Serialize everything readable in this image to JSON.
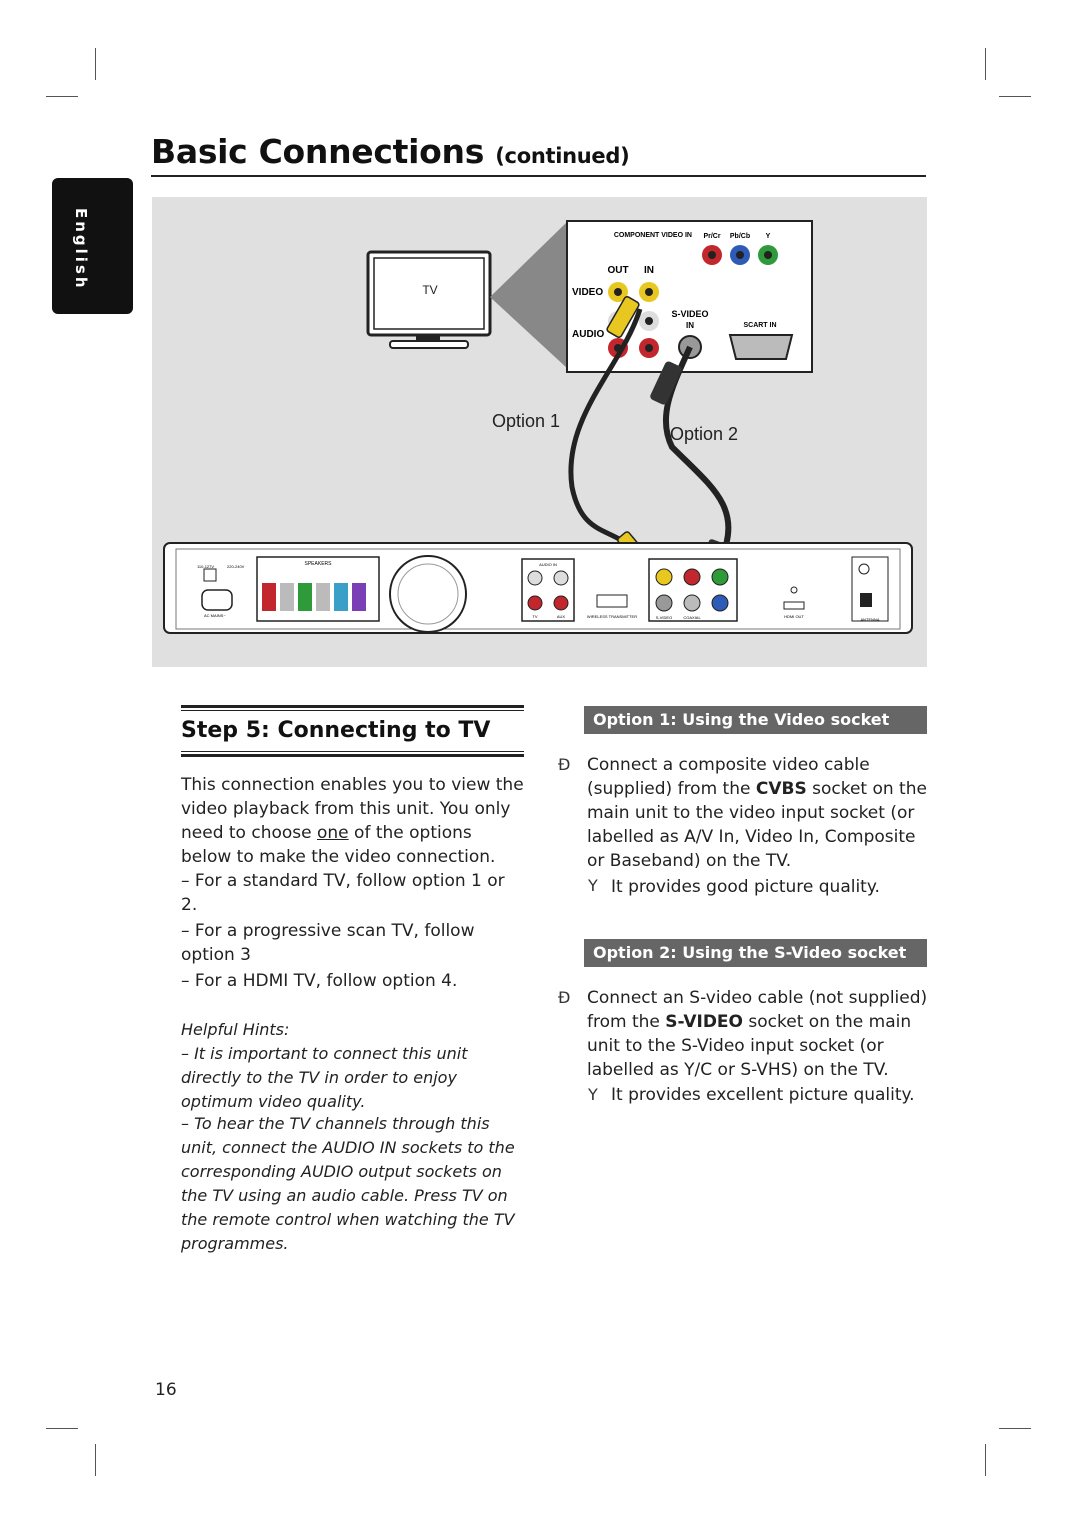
{
  "header": {
    "title": "Basic Connections",
    "title_suffix": "(continued)"
  },
  "side_tab": {
    "label": "English"
  },
  "figure": {
    "tv_label": "TV",
    "option1_label": "Option 1",
    "option2_label": "Option 2",
    "tv_panel": {
      "component_label": "COMPONENT VIDEO IN",
      "pr_label": "Pr/Cr",
      "pb_label": "Pb/Cb",
      "y_label": "Y",
      "out_label": "OUT",
      "in_label": "IN",
      "video_label": "VIDEO",
      "audio_label": "AUDIO",
      "svideo_label": "S-VIDEO",
      "svideo_in_label": "IN",
      "scart_label": "SCART IN"
    },
    "unit_panel": {
      "speakers_label": "SPEAKERS",
      "audio_in_label": "AUDIO IN",
      "tv_label": "TV",
      "aux_label": "AUX",
      "wireless_label": "WIRELESS TRANSMITTER",
      "svideo_label": "S-VIDEO",
      "coaxial_label": "COAXIAL",
      "hdmi_label": "HDMI OUT",
      "antenna_label": "ANTENNA",
      "ac_label": "AC MAINS~",
      "voltage1": "110-127V",
      "voltage2": "220-240V"
    }
  },
  "step": {
    "title": "Step 5:  Connecting to TV"
  },
  "intro": {
    "text_before": "This connection enables you to view the video playback from this unit. You only need to choose ",
    "emphasis": "one",
    "text_after": " of the options below to make the video connection.",
    "items": [
      "–  For a standard TV, follow option 1 or 2.",
      "–  For a progressive scan TV, follow option 3",
      "–  For a HDMI TV, follow option 4."
    ]
  },
  "hints": {
    "heading": "Helpful Hints:",
    "items": [
      "– It is important to connect this unit directly to the TV in order to enjoy optimum video quality.",
      "– To hear the TV channels through this unit, connect the AUDIO IN sockets to the corresponding AUDIO output sockets on the TV using an audio cable. Press TV on the remote control when watching the TV programmes."
    ]
  },
  "option1": {
    "heading": "Option 1: Using the Video socket",
    "bullet": "Ð",
    "text_before": "Connect a composite video cable (supplied) from the ",
    "strong": "CVBS",
    "text_after": " socket on the main unit to the video input socket (or labelled as A/V In, Video In, Composite or Baseband) on the TV.",
    "result_marker": "Y",
    "result": "It provides good picture quality."
  },
  "option2": {
    "heading": "Option 2: Using the S-Video socket",
    "bullet": "Ð",
    "text_before": "Connect an S-video cable (not supplied) from the ",
    "strong": "S-VIDEO",
    "text_after": " socket on the main unit to the S-Video input socket (or labelled as Y/C or S-VHS) on the TV.",
    "result_marker": "Y",
    "result": "It provides excellent picture quality."
  },
  "page_number": "16"
}
